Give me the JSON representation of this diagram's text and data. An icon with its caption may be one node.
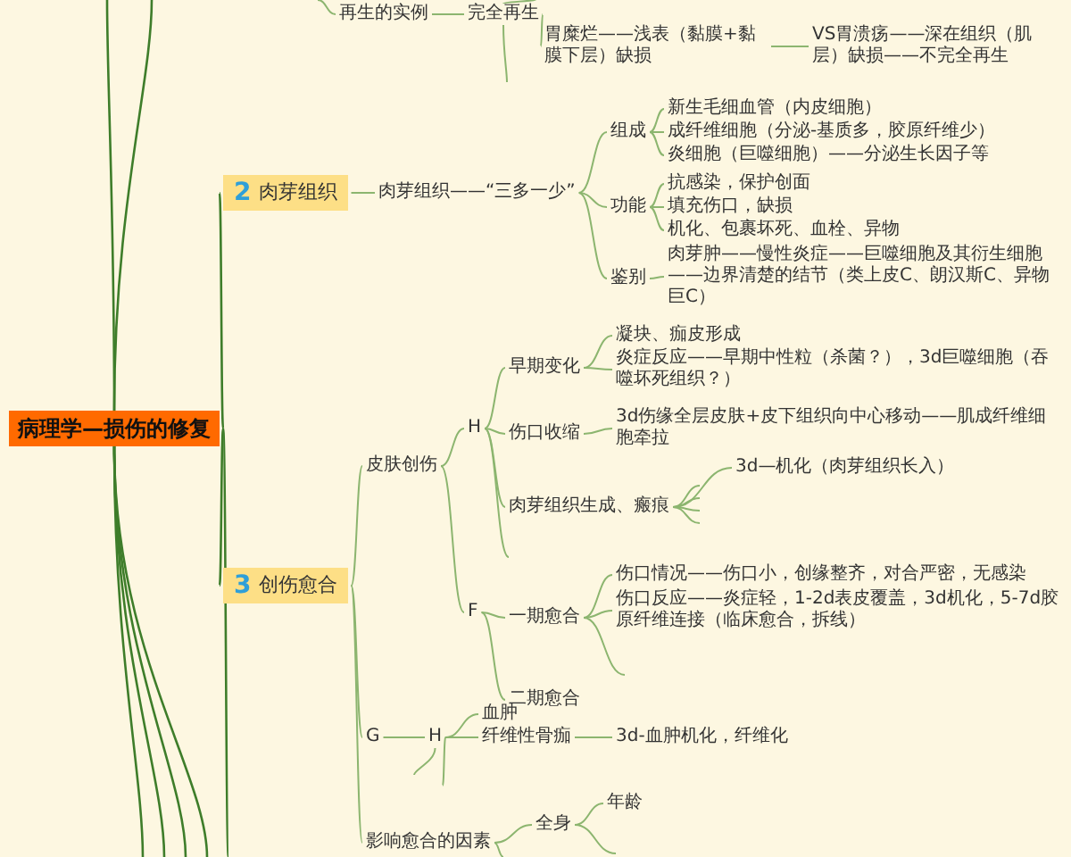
{
  "diagram": {
    "nodes": [
      {
        "text": [
          "病理学—损伤的修复"
        ]
      },
      {
        "text": [
          "再生的实例"
        ]
      },
      {
        "text": [
          "完全再生"
        ]
      },
      {
        "text": [
          "胃糜烂——浅表（黏膜+黏膜下层）缺损"
        ]
      },
      {
        "text": [
          "VS胃溃疡——深在组织（肌层）缺损——不完全再生"
        ]
      },
      {
        "text": [
          "2",
          "肉芽组织"
        ]
      },
      {
        "text": [
          "肉芽组织——“三多一少”"
        ]
      },
      {
        "text": [
          "组成"
        ]
      },
      {
        "text": [
          "新生毛细血管（内皮细胞）"
        ]
      },
      {
        "text": [
          "成纤维细胞（分泌-基质多，胶原纤维少）"
        ]
      },
      {
        "text": [
          "炎细胞（巨噬细胞）——分泌生长因子等"
        ]
      },
      {
        "text": [
          "功能"
        ]
      },
      {
        "text": [
          "抗感染，保护创面"
        ]
      },
      {
        "text": [
          "填充伤口，缺损"
        ]
      },
      {
        "text": [
          "机化、包裹坏死、血栓、异物"
        ]
      },
      {
        "text": [
          "鉴别"
        ]
      },
      {
        "text": [
          "肉芽肿——慢性炎症——巨噬细胞及其衍生细胞——边界清楚的结节（类上皮C、朗汉斯C、异物巨C）"
        ]
      },
      {
        "text": [
          "3",
          "创伤愈合"
        ]
      },
      {
        "text": [
          "皮肤创伤"
        ]
      },
      {
        "text": [
          "H"
        ]
      },
      {
        "text": [
          "早期变化"
        ]
      },
      {
        "text": [
          "凝块、痂皮形成"
        ]
      },
      {
        "text": [
          "炎症反应——早期中性粒（杀菌？），3d巨噬细胞（吞噬坏死组织？）"
        ]
      },
      {
        "text": [
          "伤口收缩"
        ]
      },
      {
        "text": [
          "3d伤缘全层皮肤+皮下组织向中心移动——肌成纤维细胞牵拉"
        ]
      },
      {
        "text": [
          "肉芽组织生成、瘢痕"
        ]
      },
      {
        "text": [
          "3d—机化（肉芽组织长入）"
        ]
      },
      {
        "text": [
          "F"
        ]
      },
      {
        "text": [
          "一期愈合"
        ]
      },
      {
        "text": [
          "伤口情况——伤口小，创缘整齐，对合严密，无感染"
        ]
      },
      {
        "text": [
          "伤口反应——炎症轻，1-2d表皮覆盖，3d机化，5-7d胶原纤维连接（临床愈合，拆线）"
        ]
      },
      {
        "text": [
          "二期愈合"
        ]
      },
      {
        "text": [
          "G"
        ]
      },
      {
        "text": [
          "H"
        ]
      },
      {
        "text": [
          "血肿"
        ]
      },
      {
        "text": [
          "纤维性骨痂"
        ]
      },
      {
        "text": [
          "3d-血肿机化，纤维化"
        ]
      },
      {
        "text": [
          "影响愈合的因素"
        ]
      },
      {
        "text": [
          "全身"
        ]
      },
      {
        "text": [
          "年龄"
        ]
      }
    ],
    "edges": [
      {
        "from": 0,
        "to": 5,
        "arrow": "none",
        "color": "#3e7d2a"
      },
      {
        "from": 0,
        "to": 17,
        "arrow": "none",
        "color": "#3e7d2a"
      },
      {
        "from": 0,
        "to": null,
        "arrow": "none",
        "color": "#3e7d2a"
      },
      {
        "from": 0,
        "to": null,
        "arrow": "none",
        "color": "#3e7d2a"
      },
      {
        "from": 0,
        "to": null,
        "arrow": "none",
        "color": "#3e7d2a"
      },
      {
        "from": 0,
        "to": null,
        "arrow": "none",
        "color": "#3e7d2a"
      },
      {
        "from": 0,
        "to": null,
        "arrow": "none",
        "color": "#3e7d2a"
      },
      {
        "from": 0,
        "to": null,
        "arrow": "none",
        "color": "#3e7d2a"
      },
      {
        "from": 0,
        "to": null,
        "arrow": "none",
        "color": "#3e7d2a"
      },
      {
        "from": null,
        "to": 1,
        "arrow": "none"
      },
      {
        "from": 1,
        "to": 2,
        "arrow": "none"
      },
      {
        "from": 2,
        "to": null,
        "arrow": "none"
      },
      {
        "from": 2,
        "to": 3,
        "arrow": "none"
      },
      {
        "from": 2,
        "to": null,
        "arrow": "none"
      },
      {
        "from": 3,
        "to": 4,
        "arrow": "none"
      },
      {
        "from": 5,
        "to": 6,
        "arrow": "none"
      },
      {
        "from": 6,
        "to": 7,
        "arrow": "none"
      },
      {
        "from": 6,
        "to": 11,
        "arrow": "none"
      },
      {
        "from": 6,
        "to": 15,
        "arrow": "none"
      },
      {
        "from": 7,
        "to": 8,
        "arrow": "none"
      },
      {
        "from": 7,
        "to": 9,
        "arrow": "none"
      },
      {
        "from": 7,
        "to": 10,
        "arrow": "none"
      },
      {
        "from": 11,
        "to": 12,
        "arrow": "none"
      },
      {
        "from": 11,
        "to": 13,
        "arrow": "none"
      },
      {
        "from": 11,
        "to": 14,
        "arrow": "none"
      },
      {
        "from": 15,
        "to": 16,
        "arrow": "none"
      },
      {
        "from": 17,
        "to": 18,
        "arrow": "none"
      },
      {
        "from": 17,
        "to": 32,
        "arrow": "none"
      },
      {
        "from": 17,
        "to": 37,
        "arrow": "none"
      },
      {
        "from": 18,
        "to": 19,
        "arrow": "none"
      },
      {
        "from": 18,
        "to": 27,
        "arrow": "none"
      },
      {
        "from": 19,
        "to": 20,
        "arrow": "none"
      },
      {
        "from": 19,
        "to": 23,
        "arrow": "none"
      },
      {
        "from": 19,
        "to": 25,
        "arrow": "none"
      },
      {
        "from": 19,
        "to": null,
        "arrow": "none"
      },
      {
        "from": 20,
        "to": 21,
        "arrow": "none"
      },
      {
        "from": 20,
        "to": 22,
        "arrow": "none"
      },
      {
        "from": 23,
        "to": 24,
        "arrow": "none"
      },
      {
        "from": 25,
        "to": 26,
        "arrow": "none"
      },
      {
        "from": 25,
        "to": null,
        "arrow": "none"
      },
      {
        "from": 25,
        "to": null,
        "arrow": "none"
      },
      {
        "from": 25,
        "to": null,
        "arrow": "none"
      },
      {
        "from": 25,
        "to": null,
        "arrow": "none"
      },
      {
        "from": 27,
        "to": 28,
        "arrow": "none"
      },
      {
        "from": 27,
        "to": 31,
        "arrow": "none"
      },
      {
        "from": 28,
        "to": 29,
        "arrow": "none"
      },
      {
        "from": 28,
        "to": 30,
        "arrow": "none"
      },
      {
        "from": 28,
        "to": null,
        "arrow": "none"
      },
      {
        "from": 32,
        "to": 33,
        "arrow": "none"
      },
      {
        "from": 33,
        "to": 34,
        "arrow": "none"
      },
      {
        "from": 33,
        "to": 35,
        "arrow": "none"
      },
      {
        "from": 33,
        "to": null,
        "arrow": "none"
      },
      {
        "from": 33,
        "to": null,
        "arrow": "none"
      },
      {
        "from": 35,
        "to": 36,
        "arrow": "none"
      },
      {
        "from": 37,
        "to": 38,
        "arrow": "none"
      },
      {
        "from": 37,
        "to": null,
        "arrow": "none"
      },
      {
        "from": 38,
        "to": 39,
        "arrow": "none"
      },
      {
        "from": 38,
        "to": null,
        "arrow": "none"
      }
    ]
  }
}
